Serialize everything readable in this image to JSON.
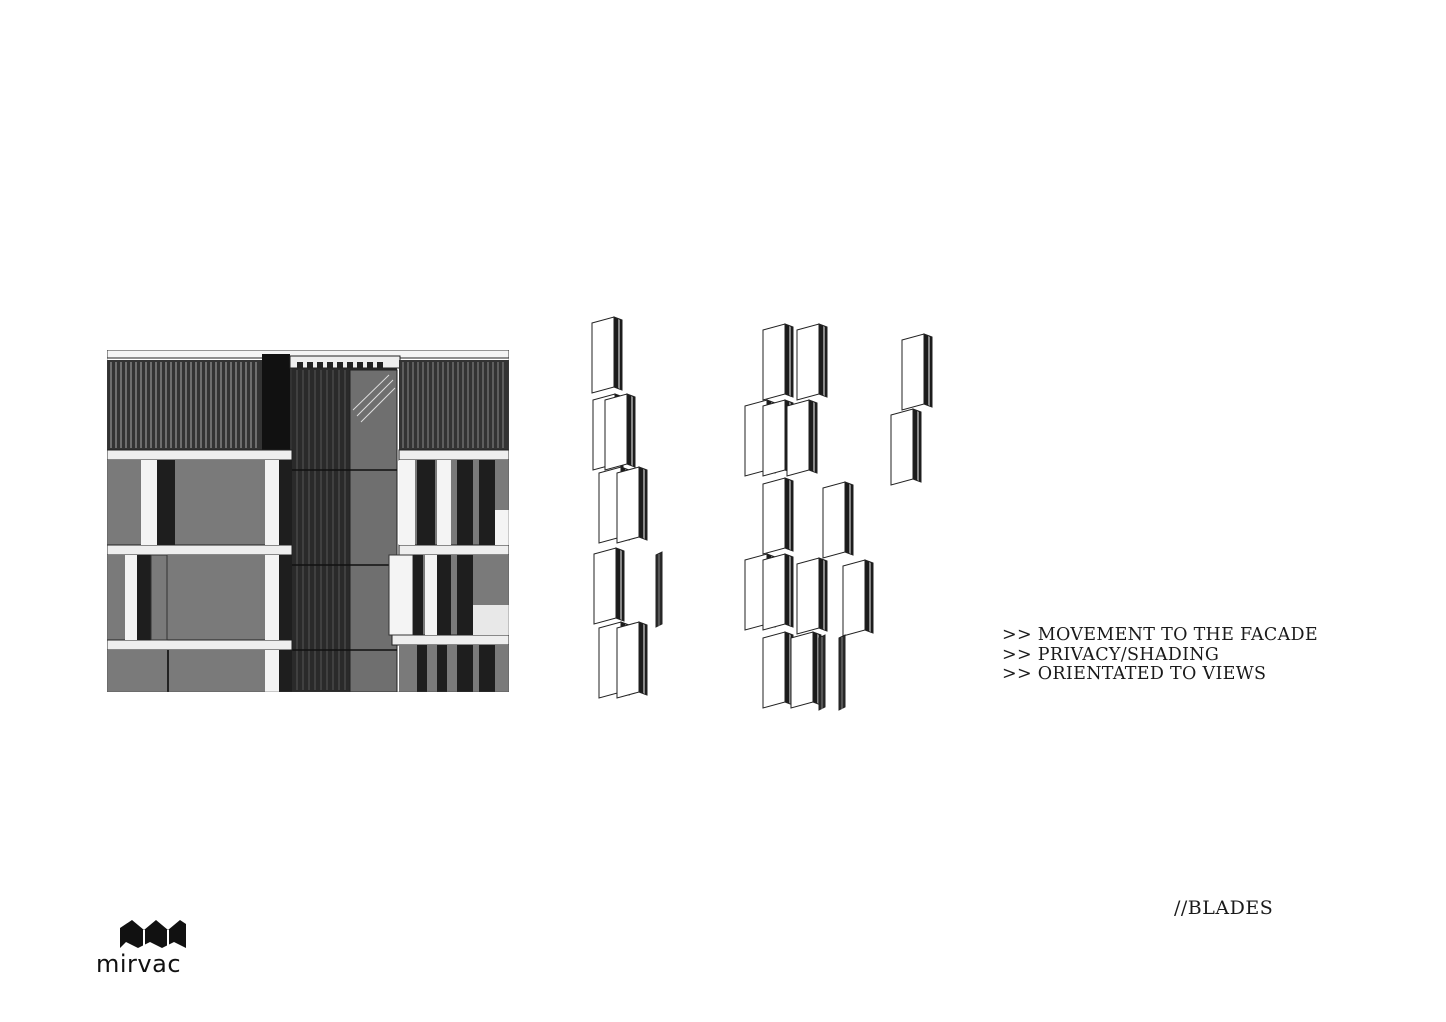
{
  "notes": [
    ">> MOVEMENT TO THE FACADE",
    ">> PRIVACY/SHADING",
    ">> ORIENTATED TO VIEWS"
  ],
  "sheet_title": "//BLADES",
  "logo": {
    "text": "mirvac",
    "icon": "mirvac-logo-icon"
  },
  "colors": {
    "background": "#ffffff",
    "ink": "#1a1a1a",
    "facade_grey": "#7a7a7a",
    "slab_light": "#e8e8e8",
    "dark": "#1c1c1c"
  }
}
